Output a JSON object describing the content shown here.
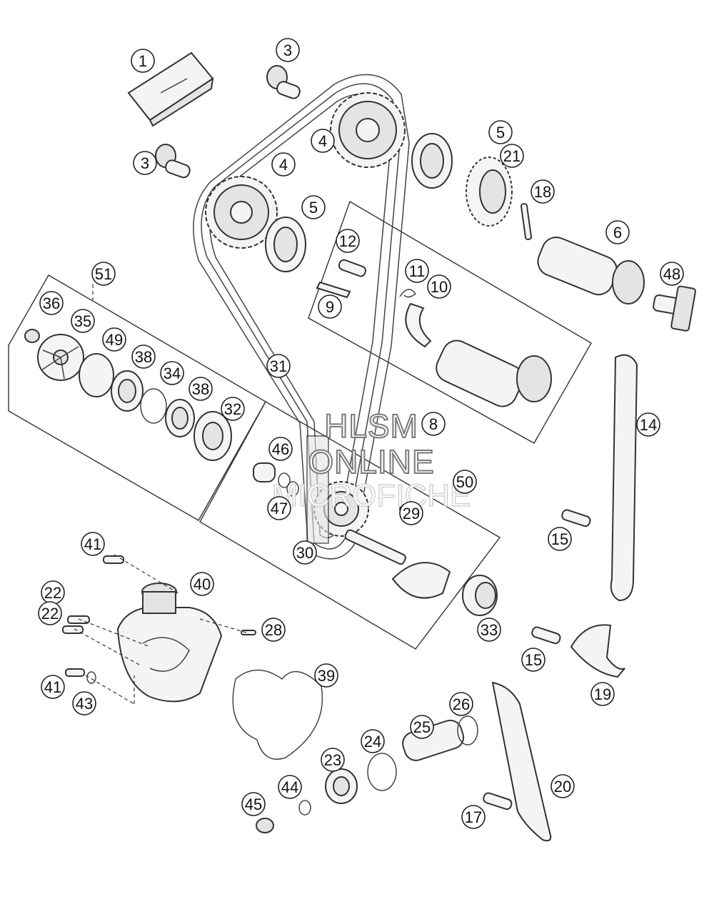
{
  "watermark": {
    "line1": "HLSM",
    "line2": "ONLINE",
    "line3": "MICROFICHE"
  },
  "callouts": [
    {
      "id": "c1",
      "label": "1"
    },
    {
      "id": "c3a",
      "label": "3"
    },
    {
      "id": "c3b",
      "label": "3"
    },
    {
      "id": "c4a",
      "label": "4"
    },
    {
      "id": "c4b",
      "label": "4"
    },
    {
      "id": "c5a",
      "label": "5"
    },
    {
      "id": "c5b",
      "label": "5"
    },
    {
      "id": "c21",
      "label": "21"
    },
    {
      "id": "c18",
      "label": "18"
    },
    {
      "id": "c6",
      "label": "6"
    },
    {
      "id": "c12",
      "label": "12"
    },
    {
      "id": "c11",
      "label": "11"
    },
    {
      "id": "c10",
      "label": "10"
    },
    {
      "id": "c9",
      "label": "9"
    },
    {
      "id": "c48",
      "label": "48"
    },
    {
      "id": "c51",
      "label": "51"
    },
    {
      "id": "c36",
      "label": "36"
    },
    {
      "id": "c35",
      "label": "35"
    },
    {
      "id": "c49",
      "label": "49"
    },
    {
      "id": "c38a",
      "label": "38"
    },
    {
      "id": "c34",
      "label": "34"
    },
    {
      "id": "c38b",
      "label": "38"
    },
    {
      "id": "c32",
      "label": "32"
    },
    {
      "id": "c31",
      "label": "31"
    },
    {
      "id": "c8",
      "label": "8"
    },
    {
      "id": "c14",
      "label": "14"
    },
    {
      "id": "c46",
      "label": "46"
    },
    {
      "id": "c50",
      "label": "50"
    },
    {
      "id": "c47",
      "label": "47"
    },
    {
      "id": "c29",
      "label": "29"
    },
    {
      "id": "c30",
      "label": "30"
    },
    {
      "id": "c15a",
      "label": "15"
    },
    {
      "id": "c41a",
      "label": "41"
    },
    {
      "id": "c22a",
      "label": "22"
    },
    {
      "id": "c40",
      "label": "40"
    },
    {
      "id": "c22b",
      "label": "22"
    },
    {
      "id": "c28",
      "label": "28"
    },
    {
      "id": "c33",
      "label": "33"
    },
    {
      "id": "c15b",
      "label": "15"
    },
    {
      "id": "c39",
      "label": "39"
    },
    {
      "id": "c41b",
      "label": "41"
    },
    {
      "id": "c43",
      "label": "43"
    },
    {
      "id": "c19",
      "label": "19"
    },
    {
      "id": "c26",
      "label": "26"
    },
    {
      "id": "c25",
      "label": "25"
    },
    {
      "id": "c24",
      "label": "24"
    },
    {
      "id": "c23",
      "label": "23"
    },
    {
      "id": "c20",
      "label": "20"
    },
    {
      "id": "c44",
      "label": "44"
    },
    {
      "id": "c45",
      "label": "45"
    },
    {
      "id": "c17",
      "label": "17"
    }
  ]
}
